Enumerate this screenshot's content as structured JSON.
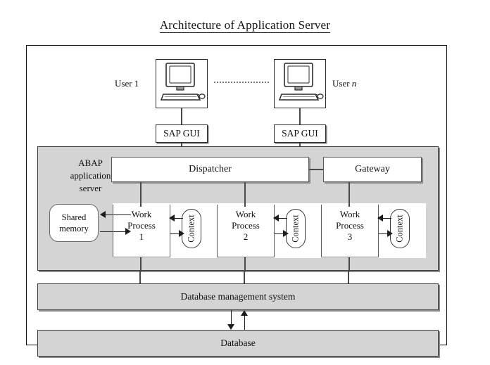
{
  "title": "Architecture of Application Server",
  "users": [
    {
      "label": "User 1",
      "italic_suffix": "",
      "gui_label": "SAP GUI",
      "icon": "desktop-computer-icon"
    },
    {
      "label": "User ",
      "italic_suffix": "n",
      "gui_label": "SAP GUI",
      "icon": "desktop-computer-icon"
    }
  ],
  "separator": "dotted-connection-line",
  "abap_server": {
    "label_line1": "ABAP",
    "label_line2": "application",
    "label_line3": "server",
    "dispatcher_label": "Dispatcher",
    "gateway_label": "Gateway",
    "shared_memory_line1": "Shared",
    "shared_memory_line2": "memory",
    "work_processes": [
      {
        "line1": "Work",
        "line2": "Process",
        "line3": "1",
        "context_label": "Context"
      },
      {
        "line1": "Work",
        "line2": "Process",
        "line3": "2",
        "context_label": "Context"
      },
      {
        "line1": "Work",
        "line2": "Process",
        "line3": "3",
        "context_label": "Context"
      }
    ]
  },
  "dbms_label": "Database management system",
  "database_label": "Database",
  "colors": {
    "panel_gray": "#d4d4d4",
    "frame_black": "#111111",
    "line_gray": "#4a4a4a",
    "arrow_black": "#1d1d1d",
    "white": "#ffffff"
  }
}
